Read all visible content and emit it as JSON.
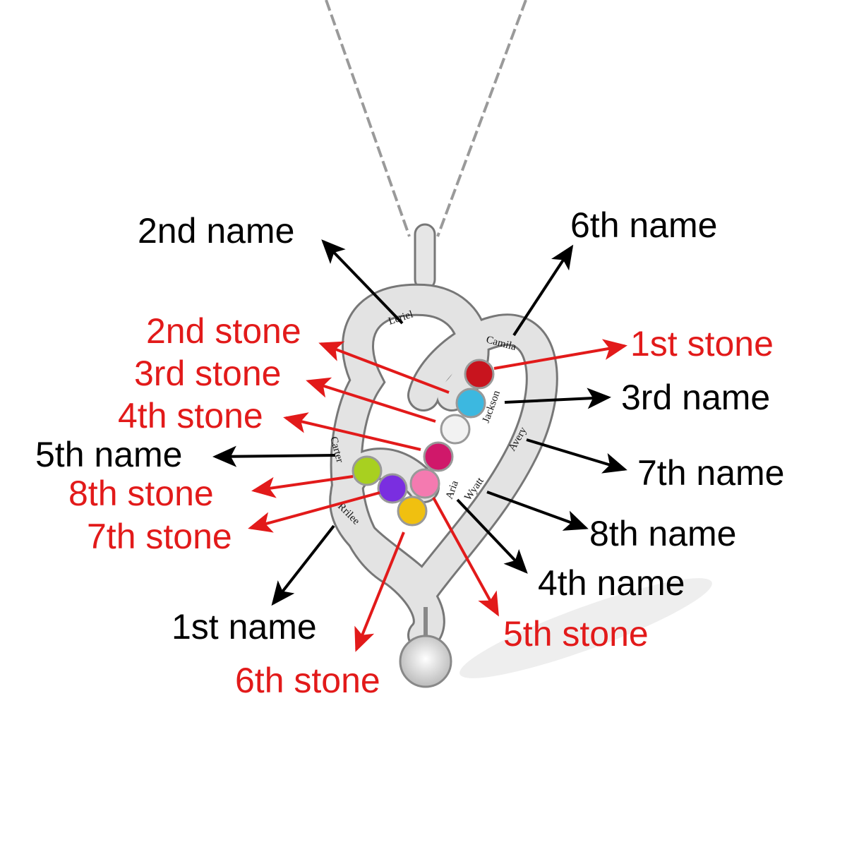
{
  "colors": {
    "name_label": "#000000",
    "stone_label": "#e21a1a",
    "metal": "#dcdcdc"
  },
  "labels": {
    "name_2": "2nd name",
    "name_6": "6th name",
    "stone_2": "2nd stone",
    "stone_1": "1st stone",
    "stone_3": "3rd stone",
    "name_3": "3rd name",
    "stone_4": "4th stone",
    "name_5": "5th name",
    "name_7": "7th name",
    "stone_8": "8th stone",
    "stone_7": "7th stone",
    "name_8": "8th name",
    "name_4": "4th name",
    "name_1": "1st name",
    "stone_5": "5th stone",
    "stone_6": "6th stone"
  },
  "engraved": {
    "leriel": "Leriel",
    "camila": "Camila",
    "jackson": "Jackson",
    "avery": "Avery",
    "carter": "Carter",
    "aria": "Aria",
    "wyatt": "Wyatt",
    "rrilee": "Rrilee"
  },
  "stones": [
    {
      "name": "stone-1",
      "color": "#c8141e"
    },
    {
      "name": "stone-2",
      "color": "#3cb8e0"
    },
    {
      "name": "stone-3",
      "color": "#f2f2f2"
    },
    {
      "name": "stone-4",
      "color": "#d0186a"
    },
    {
      "name": "stone-5",
      "color": "#f47ab0"
    },
    {
      "name": "stone-6",
      "color": "#f0c010"
    },
    {
      "name": "stone-7",
      "color": "#7a2ee0"
    },
    {
      "name": "stone-8",
      "color": "#a8d020"
    }
  ]
}
